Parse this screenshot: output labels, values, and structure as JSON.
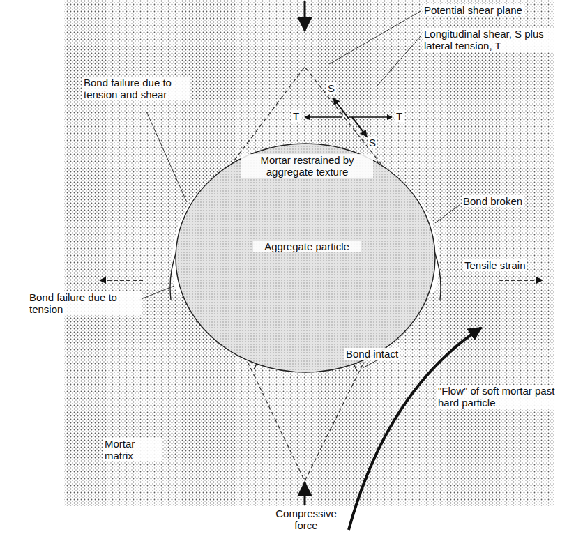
{
  "diagram": {
    "nodes": [
      {
        "text": [
          "Mortar restrained by aggregate texture",
          "Aggregate particle"
        ]
      }
    ],
    "labels": [
      "Potential shear plane",
      "Longitudinal shear, S plus lateral tension, T",
      "S",
      "T",
      "T",
      "S",
      "Bond failure due to tension and shear",
      "Bond broken",
      "Tensile strain",
      "Bond failure due to tension",
      "Bond intact",
      "\"Flow\" of soft mortar past hard particle",
      "Mortar matrix",
      "Compressive force"
    ]
  }
}
